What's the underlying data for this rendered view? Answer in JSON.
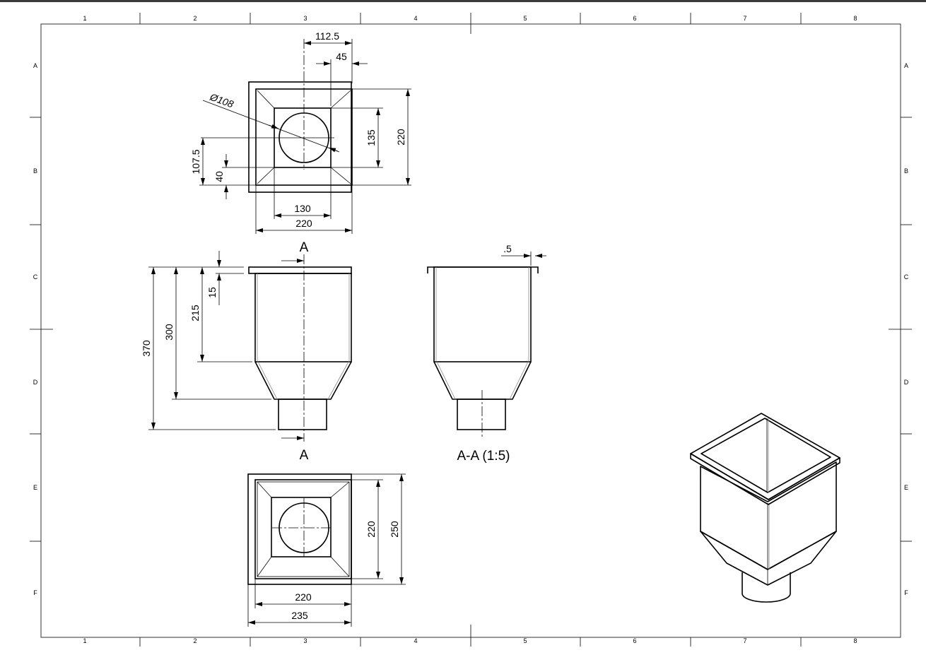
{
  "sheet": {
    "columns": [
      "1",
      "2",
      "3",
      "4",
      "5",
      "6",
      "7",
      "8"
    ],
    "rows": [
      "A",
      "B",
      "C",
      "D",
      "E",
      "F"
    ]
  },
  "top_view": {
    "dim_112_5": "112.5",
    "dim_45": "45",
    "dim_diameter": "Ø108",
    "dim_135": "135",
    "dim_220_right": "220",
    "dim_107_5": "107.5",
    "dim_40": "40",
    "dim_130": "130",
    "dim_220_bottom": "220"
  },
  "front_view": {
    "section_label_top": "A",
    "section_label_bottom": "A",
    "dim_370": "370",
    "dim_300": "300",
    "dim_215": "215",
    "dim_15": "15"
  },
  "section_view": {
    "dim_05": ".5",
    "title": "A-A (1:5)"
  },
  "bottom_view": {
    "dim_220_right": "220",
    "dim_250": "250",
    "dim_220_bottom": "220",
    "dim_235": "235"
  }
}
